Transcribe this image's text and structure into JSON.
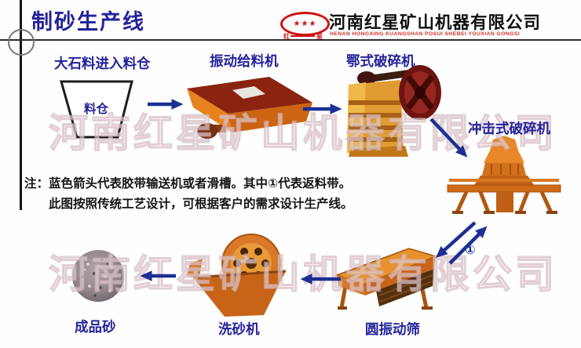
{
  "header": {
    "title": "制砂生产线",
    "logo": {
      "stars": "★★★",
      "badge_left": "红",
      "badge_right": "星",
      "company_cn": "河南红星矿山机器有限公司",
      "company_en": "HENAN HONGXING KUANGSHAN POSUI SHEBEI YOUXIAN GONGSI"
    }
  },
  "watermark": {
    "text": "河南红星矿山机器有限公司"
  },
  "flow": {
    "stage1_label": "大石料进入料仓",
    "hopper_label": "料仓",
    "feeder_label": "振动给料机",
    "jaw_label": "鄂式破碎机",
    "impact_label": "冲击式破碎机",
    "screen_label": "圆振动筛",
    "washer_label": "洗砂机",
    "sand_label": "成品砂",
    "return_marker": "①"
  },
  "note": {
    "prefix": "注：",
    "line1": "蓝色箭头代表胶带输送机或者滑槽。其中①代表返料带。",
    "line2": "此图按照传统工艺设计，可根据客户的需求设计生产线。"
  },
  "colors": {
    "title_blue": "#23239a",
    "arrow_blue": "#1c3093",
    "logo_red": "#cf1212",
    "machine_orange": "#d87828",
    "flywheel_red": "#6e1410",
    "sand_gray": "#948890"
  }
}
